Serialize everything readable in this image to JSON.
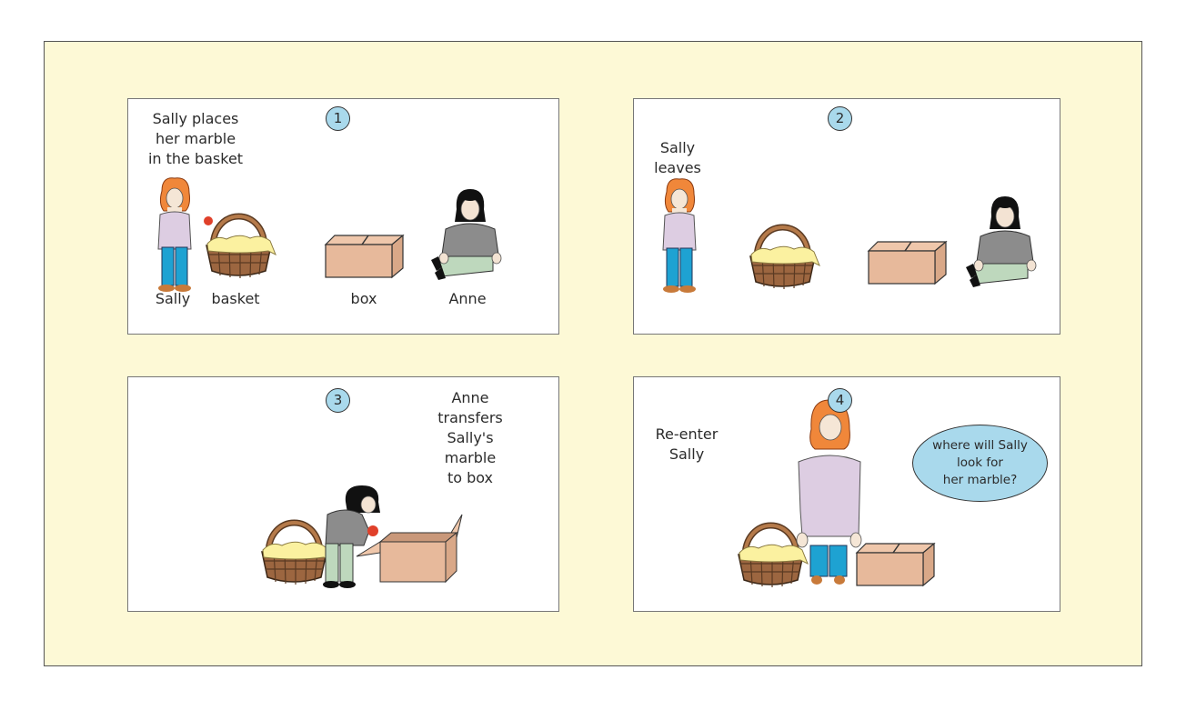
{
  "panels": [
    {
      "number": "1",
      "caption": [
        "Sally places",
        "her marble",
        "in the basket"
      ],
      "labels": {
        "sally": "Sally",
        "basket": "basket",
        "box": "box",
        "anne": "Anne"
      }
    },
    {
      "number": "2",
      "caption": [
        "Sally",
        "leaves"
      ]
    },
    {
      "number": "3",
      "caption": [
        "Anne",
        "transfers",
        "Sally's",
        "marble",
        "to box"
      ]
    },
    {
      "number": "4",
      "caption": [
        "Re-enter",
        "Sally"
      ],
      "question": [
        "where will Sally",
        "look for",
        "her marble?"
      ]
    }
  ],
  "colors": {
    "background": "#fdf9d6",
    "badge": "#a9d9ec",
    "box": "#e7b99b",
    "basket": "#9c6640",
    "cloth": "#fbf1a0",
    "sally_hair": "#f0873a",
    "sally_shirt": "#ddcde2",
    "sally_pants": "#1ea2d2",
    "anne_shirt": "#8c8c8c",
    "anne_pants": "#bed8bd",
    "marble": "#e0402a"
  }
}
